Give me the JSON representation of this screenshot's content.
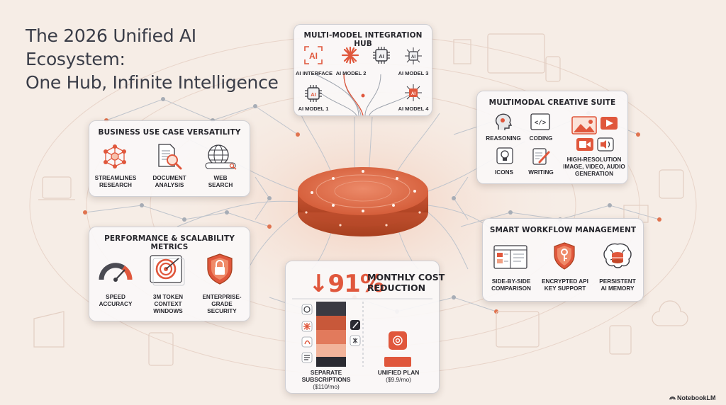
{
  "title": {
    "line1": "The 2026 Unified AI Ecosystem:",
    "line2": "One Hub, Infinite Intelligence"
  },
  "hub_card": {
    "title": "MULTI-MODEL INTEGRATION HUB",
    "items": [
      "AI INTERFACE",
      "AI MODEL 2",
      "AI MODEL 3",
      "AI MODEL 1",
      "AI MODEL 4"
    ]
  },
  "business_card": {
    "title": "BUSINESS USE CASE VERSATILITY",
    "items": [
      {
        "l1": "STREAMLINES",
        "l2": "RESEARCH"
      },
      {
        "l1": "DOCUMENT",
        "l2": "ANALYSIS"
      },
      {
        "l1": "WEB",
        "l2": "SEARCH"
      }
    ]
  },
  "creative_card": {
    "title": "MULTIMODAL CREATIVE SUITE",
    "items": [
      "REASONING",
      "CODING",
      "ICONS",
      "WRITING"
    ],
    "media": {
      "l1": "HIGH-RESOLUTION",
      "l2": "IMAGE, VIDEO, AUDIO",
      "l3": "GENERATION"
    }
  },
  "performance_card": {
    "title": "PERFORMANCE & SCALABILITY METRICS",
    "items": [
      {
        "l1": "SPEED",
        "l2": "ACCURACY",
        "l3": ""
      },
      {
        "l1": "3M TOKEN",
        "l2": "CONTEXT",
        "l3": "WINDOWS"
      },
      {
        "l1": "ENTERPRISE-",
        "l2": "GRADE",
        "l3": "SECURITY"
      }
    ]
  },
  "workflow_card": {
    "title": "SMART WORKFLOW MANAGEMENT",
    "items": [
      {
        "l1": "SIDE-BY-SIDE",
        "l2": "COMPARISON"
      },
      {
        "l1": "ENCRYPTED API",
        "l2": "KEY SUPPORT"
      },
      {
        "l1": "PERSISTENT",
        "l2": "AI MEMORY"
      }
    ]
  },
  "cost_card": {
    "arrow": "↓",
    "percent": "91%",
    "title_l1": "MONTHLY COST",
    "title_l2": "REDUCTION",
    "separate_l1": "SEPARATE",
    "separate_l2": "SUBSCRIPTIONS",
    "separate_price": "($110/mo)",
    "unified_l1": "UNIFIED PLAN",
    "unified_price": "($9.9/mo)"
  },
  "colors": {
    "accent": "#e0573c",
    "dark": "#2b2b30",
    "background": "#f6ede6"
  },
  "footer": {
    "brand": "NotebookLM"
  }
}
